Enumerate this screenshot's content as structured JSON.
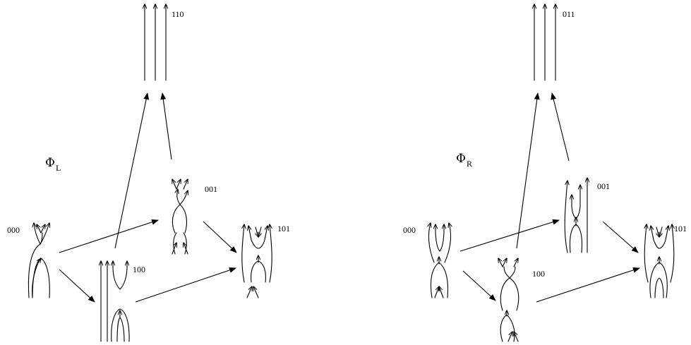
{
  "left": {
    "map_symbol": "Φ",
    "map_subscript": "L",
    "labels": {
      "top": "110",
      "a": "000",
      "b": "100",
      "c": "001",
      "d": "101"
    }
  },
  "right": {
    "map_symbol": "Φ",
    "map_subscript": "R",
    "labels": {
      "top": "011",
      "a": "000",
      "b": "100",
      "c": "001",
      "d": "101"
    }
  },
  "colors": {
    "ink": "#000000",
    "background": "#ffffff"
  }
}
